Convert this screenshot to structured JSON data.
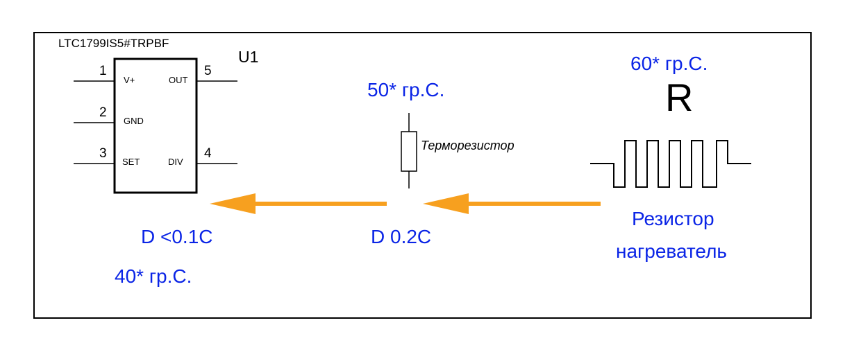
{
  "ic": {
    "part_number": "LTC1799IS5#TRPBF",
    "ref": "U1",
    "pins": [
      {
        "num": "1",
        "name": "V+"
      },
      {
        "num": "2",
        "name": "GND"
      },
      {
        "num": "3",
        "name": "SET"
      },
      {
        "num": "4",
        "name": "DIV"
      },
      {
        "num": "5",
        "name": "OUT"
      }
    ]
  },
  "thermistor": {
    "label": "Терморезистор",
    "temp": "50* гр.С.",
    "delta": "D 0.2C"
  },
  "heater": {
    "symbol": "R",
    "temp": "60* гр.С.",
    "label_line1": "Резистор",
    "label_line2": "нагреватель"
  },
  "chip_side": {
    "delta": "D <0.1C",
    "temp": "40* гр.С."
  },
  "colors": {
    "text_blue": "#0a24e6",
    "arrow": "#f7a01f",
    "line": "#000000"
  }
}
